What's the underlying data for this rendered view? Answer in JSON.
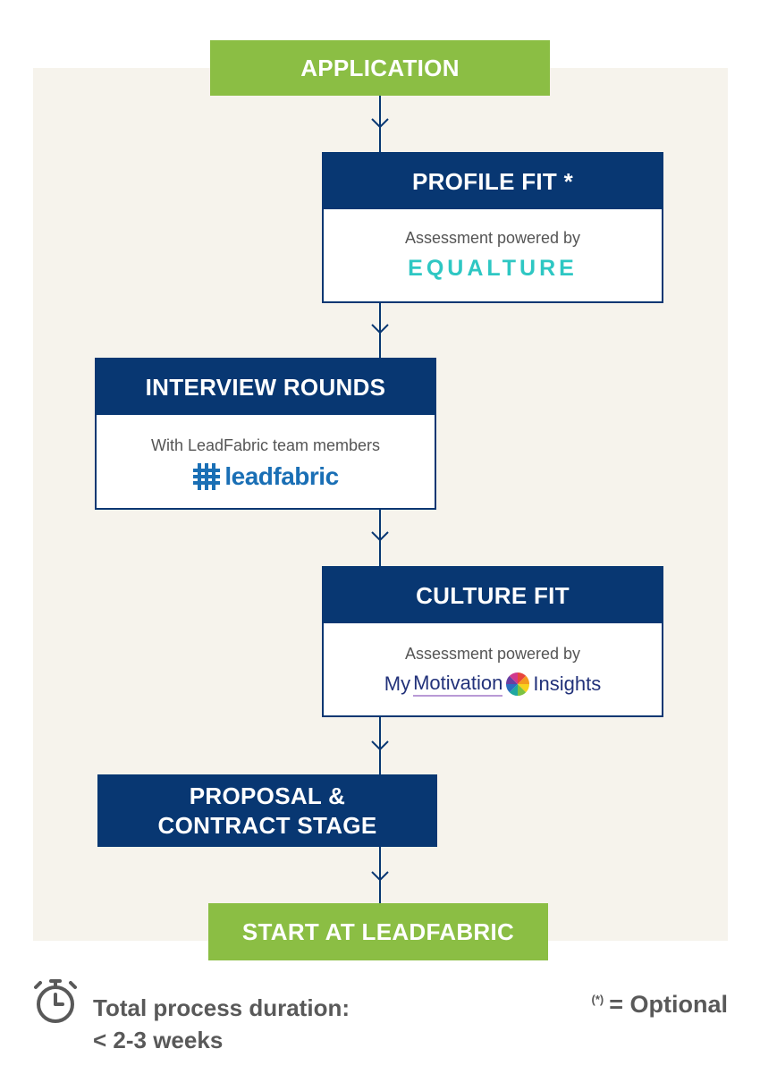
{
  "steps": {
    "application": "APPLICATION",
    "profile_fit": {
      "title": "PROFILE FIT *",
      "subtitle": "Assessment powered by",
      "logo_text": "EQUALTURE",
      "logo_icon": "equalture-logo"
    },
    "interview_rounds": {
      "title": "INTERVIEW ROUNDS",
      "subtitle": "With LeadFabric team members",
      "logo_text": "leadfabric",
      "logo_icon": "leadfabric-hash-logo"
    },
    "culture_fit": {
      "title": "CULTURE FIT",
      "subtitle": "Assessment powered by",
      "logo_part1": "My",
      "logo_part2": "Motivation",
      "logo_part3": "Insights",
      "logo_icon": "color-wheel-icon"
    },
    "proposal": {
      "line1": "PROPOSAL &",
      "line2": "CONTRACT STAGE"
    },
    "start": "START AT LEADFABRIC"
  },
  "footer": {
    "duration_line1": "Total process duration:",
    "duration_line2": "< 2-3 weeks",
    "duration_icon": "stopwatch-icon",
    "optional_marker": "(*)",
    "optional_text": "= Optional"
  },
  "colors": {
    "navy": "#083772",
    "green": "#8bbe44",
    "panel": "#f6f3ec",
    "equalture_teal": "#2ec7c3",
    "leadfabric_blue": "#1a6fb5",
    "footer_text": "#595959"
  }
}
